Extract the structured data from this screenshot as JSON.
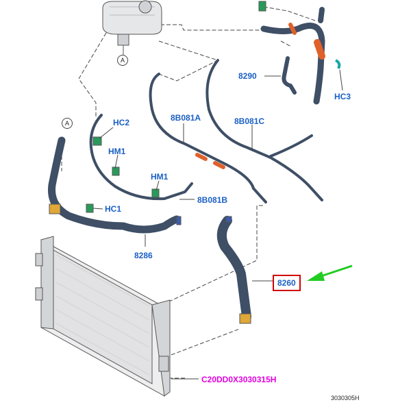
{
  "colors": {
    "label_blue": "#1a5fc4",
    "code_magenta": "#e000e0",
    "highlight_red": "#d20000",
    "arrow_green": "#22cc22",
    "hose_dark": "#3e4f66",
    "hose_accent": "#e0602a",
    "clip_green": "#2a9a5a",
    "clip_teal": "#1aa6a6"
  },
  "callouts": {
    "a_top": "A",
    "a_left": "A"
  },
  "labels": {
    "hc2": "HC2",
    "hm1_upper": "HM1",
    "hm1_lower": "HM1",
    "hc1": "HC1",
    "p8286": "8286",
    "p8290": "8290",
    "hc3": "HC3",
    "p8b081a": "8B081A",
    "p8b081c": "8B081C",
    "p8b081b": "8B081B",
    "p8260": "8260"
  },
  "code_label": "C20DD0X3030315H",
  "figure_number": "3030305H"
}
